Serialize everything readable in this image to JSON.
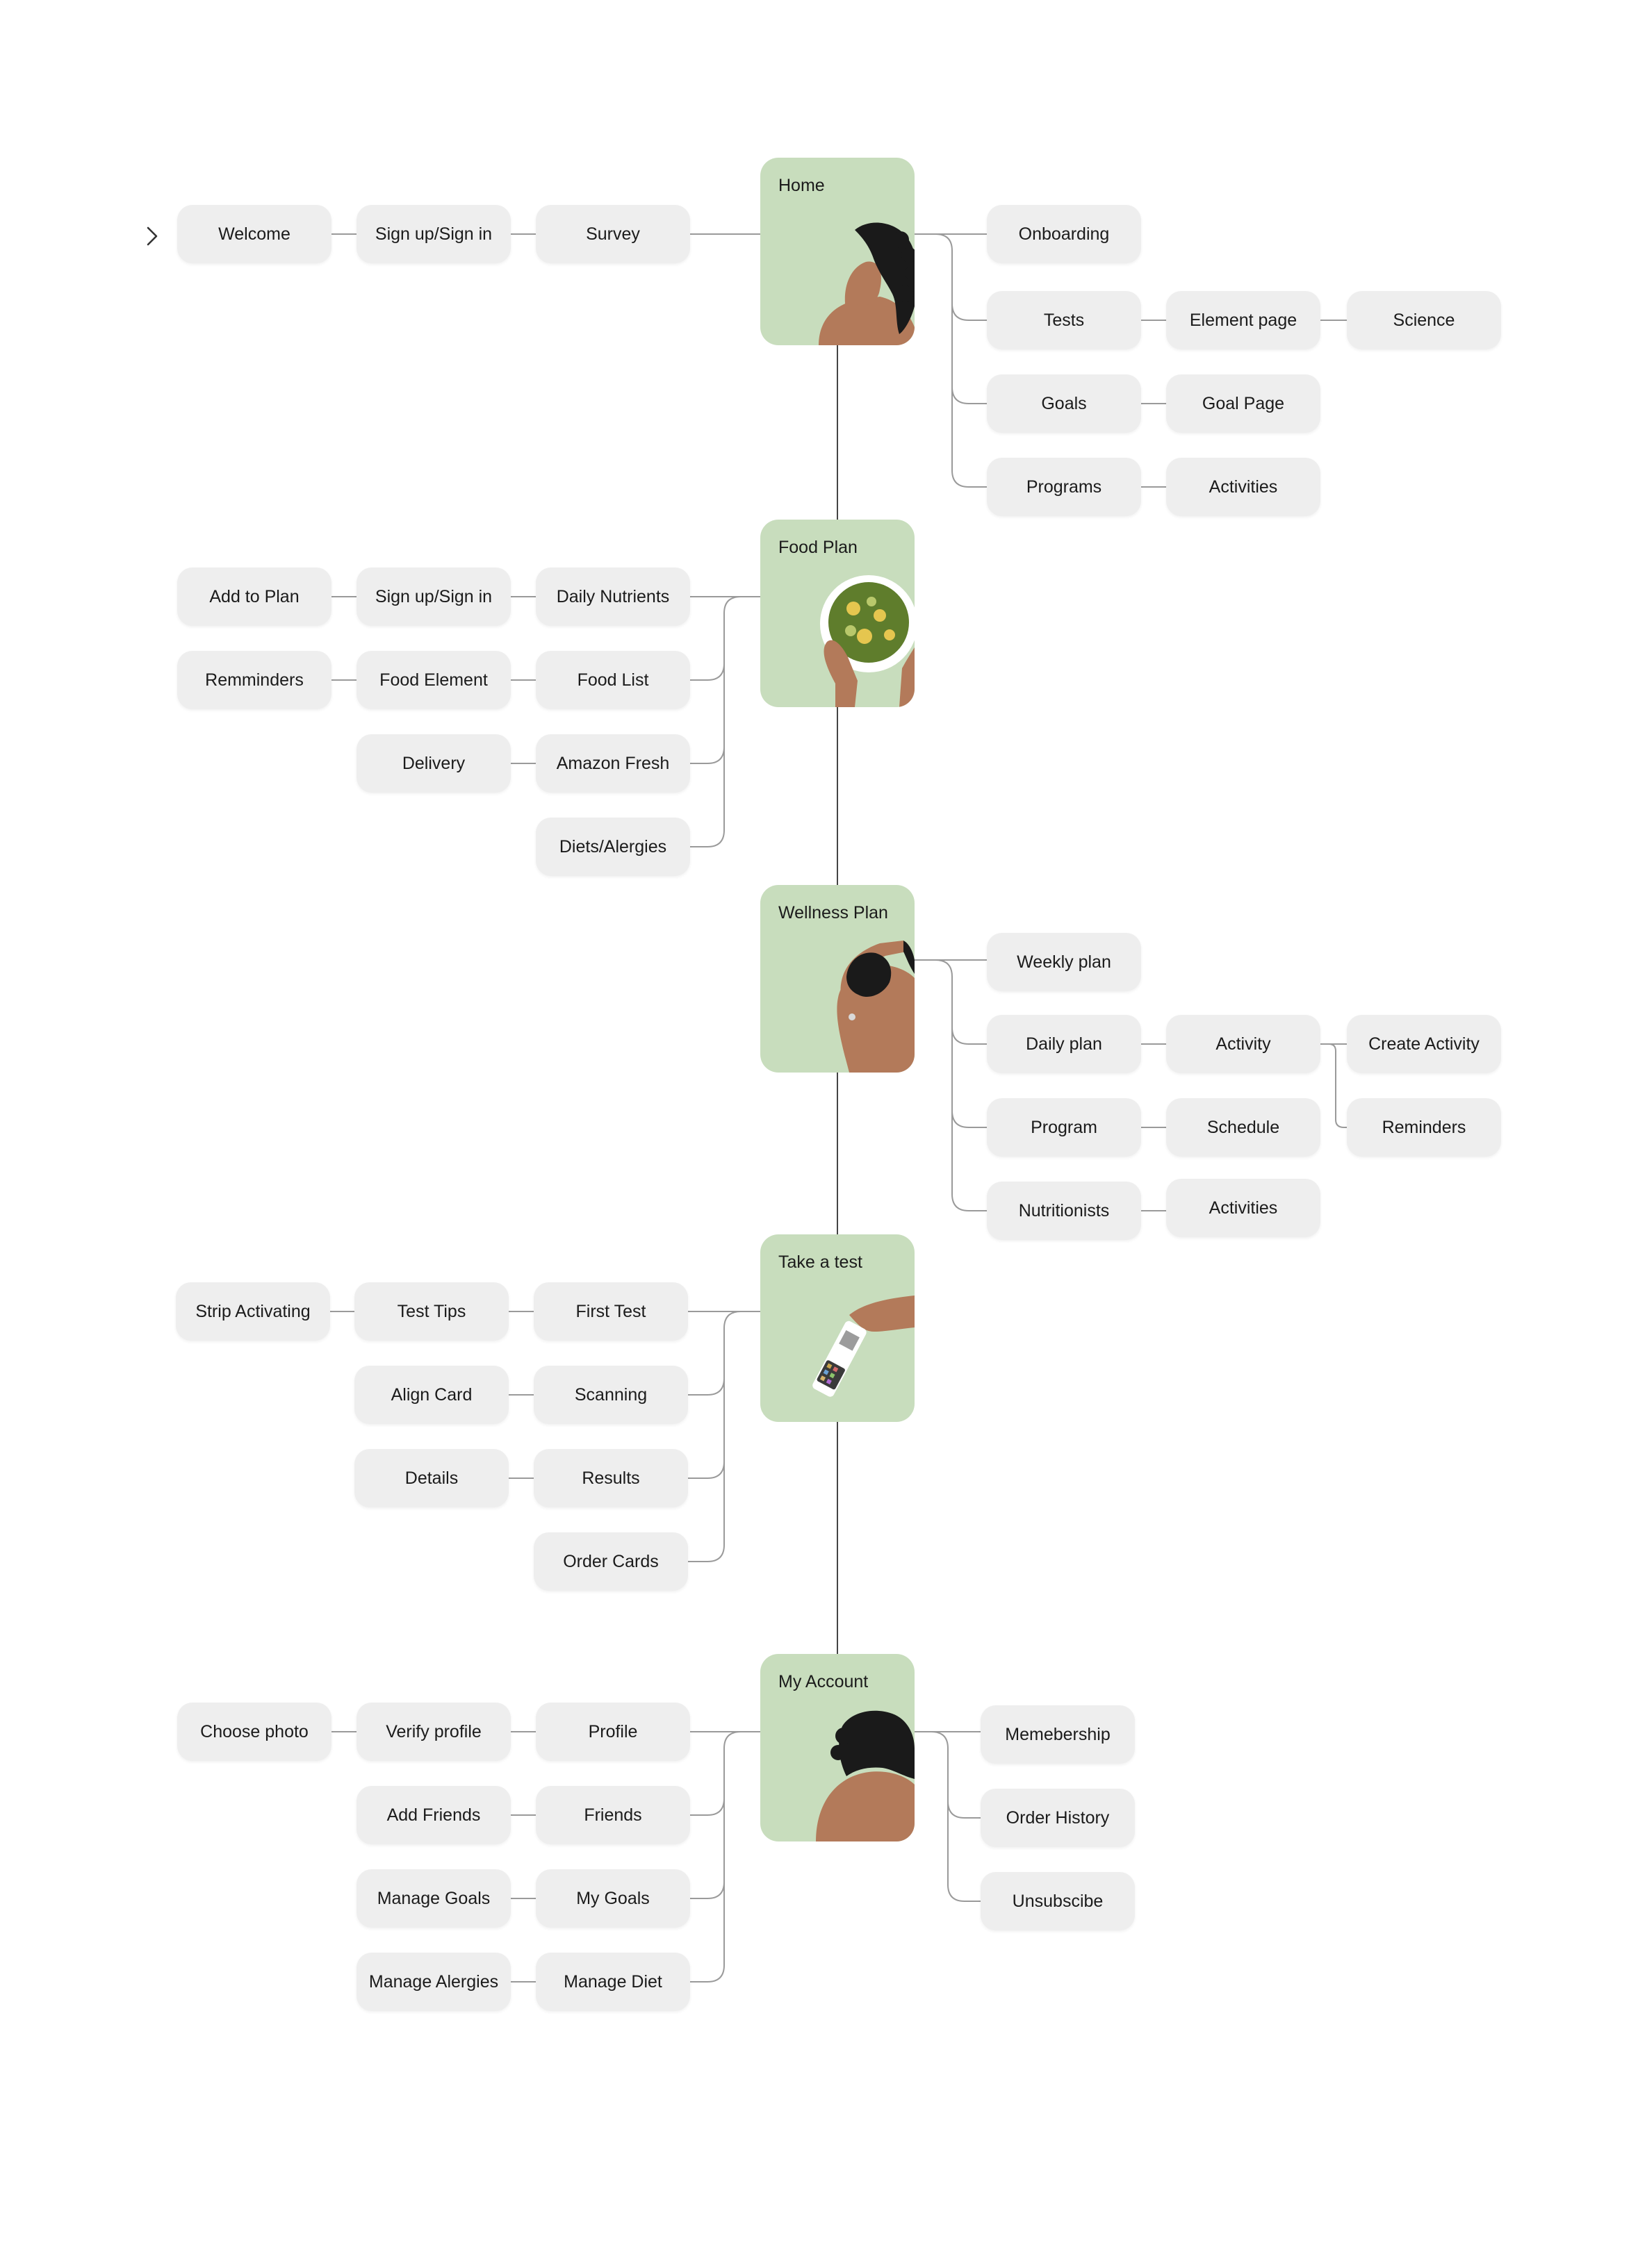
{
  "colors": {
    "hub_background": "#c8ddbd",
    "pill_background": "#eeeeee",
    "connector": "#9a9a9a",
    "trunk": "#444444",
    "skin": "#b37a5a",
    "hair": "#1a1a1a"
  },
  "start_icon": "chevron-right-icon",
  "hubs": {
    "home": "Home",
    "food_plan": "Food Plan",
    "wellness_plan": "Wellness Plan",
    "take_a_test": "Take a test",
    "my_account": "My Account"
  },
  "home": {
    "left": [
      "Welcome",
      "Sign up/Sign in",
      "Survey"
    ],
    "right": {
      "onboarding": "Onboarding",
      "tests": "Tests",
      "element_page": "Element page",
      "science": "Science",
      "goals": "Goals",
      "goal_page": "Goal Page",
      "programs": "Programs",
      "activities": "Activities"
    }
  },
  "food_plan": {
    "rows": [
      [
        "Add to Plan",
        "Sign up/Sign in",
        "Daily Nutrients"
      ],
      [
        "Remminders",
        "Food Element",
        "Food List"
      ],
      [
        "Delivery",
        "Amazon Fresh"
      ],
      [
        "Diets/Alergies"
      ]
    ]
  },
  "wellness_plan": {
    "weekly_plan": "Weekly plan",
    "daily_plan": "Daily plan",
    "activity": "Activity",
    "create_activity": "Create Activity",
    "program": "Program",
    "schedule": "Schedule",
    "reminders": "Reminders",
    "nutritionists": "Nutritionists",
    "activities": "Activities"
  },
  "take_a_test": {
    "rows": [
      [
        "Strip Activating",
        "Test Tips",
        "First Test"
      ],
      [
        "Align Card",
        "Scanning"
      ],
      [
        "Details",
        "Results"
      ],
      [
        "Order Cards"
      ]
    ]
  },
  "my_account": {
    "left_rows": [
      [
        "Choose photo",
        "Verify profile",
        "Profile"
      ],
      [
        "Add Friends",
        "Friends"
      ],
      [
        "Manage Goals",
        "My Goals"
      ],
      [
        "Manage Alergies",
        "Manage Diet"
      ]
    ],
    "right": [
      "Memebership",
      "Order History",
      "Unsubscibe"
    ]
  }
}
